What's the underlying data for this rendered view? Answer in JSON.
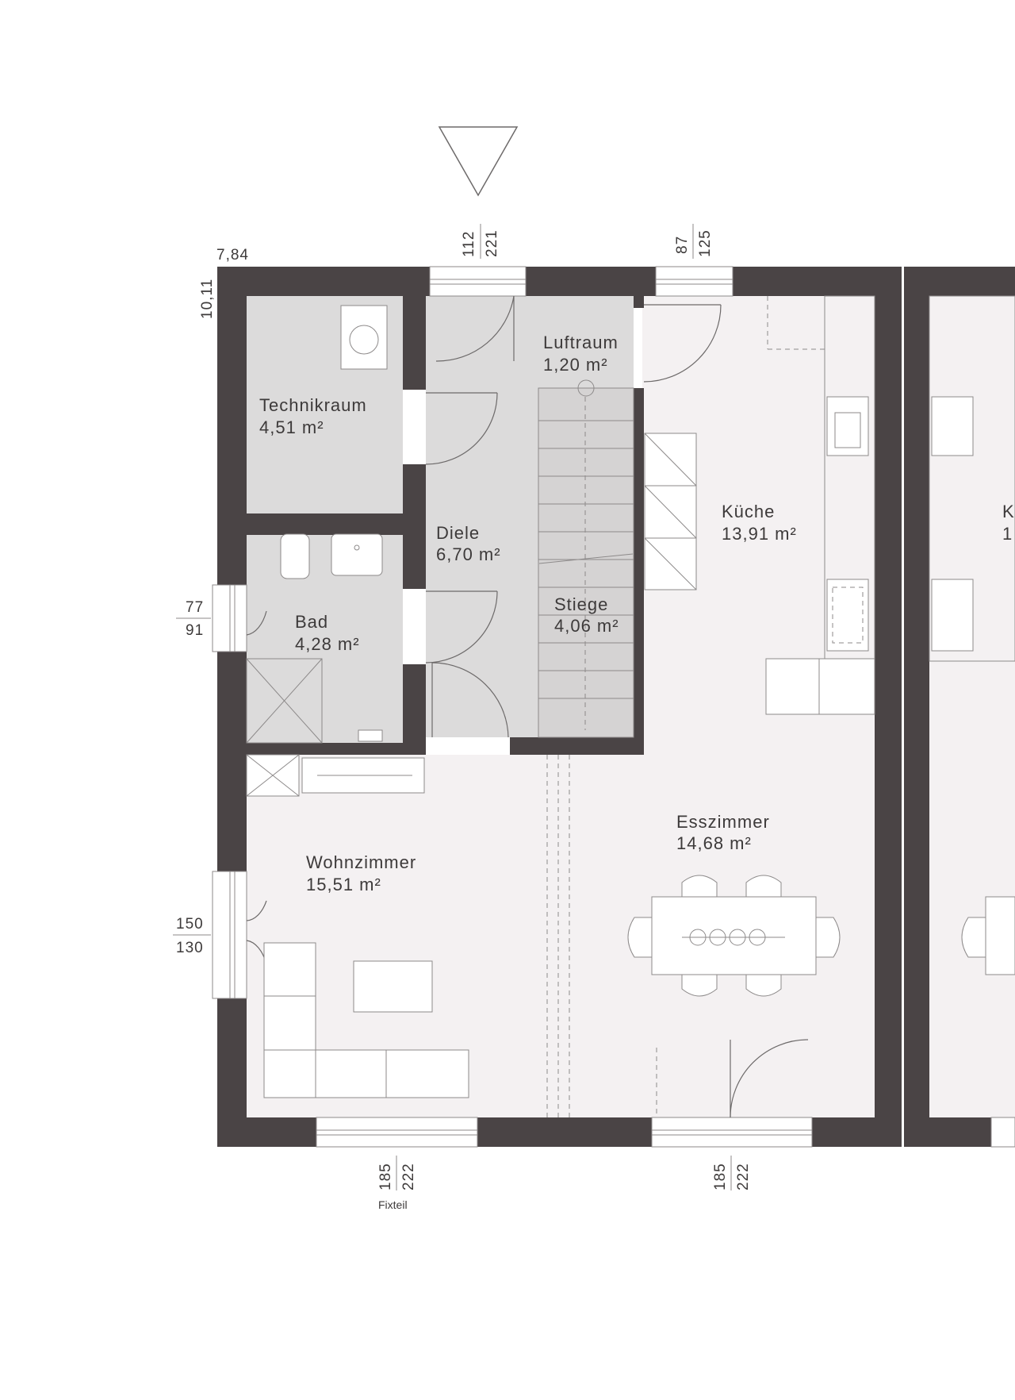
{
  "rooms": {
    "technikraum": {
      "name": "Technikraum",
      "area": "4,51 m²"
    },
    "luftraum": {
      "name": "Luftraum",
      "area": "1,20 m²"
    },
    "diele": {
      "name": "Diele",
      "area": "6,70 m²"
    },
    "kueche": {
      "name": "Küche",
      "area": "13,91 m²"
    },
    "bad": {
      "name": "Bad",
      "area": "4,28 m²"
    },
    "stiege": {
      "name": "Stiege",
      "area": "4,06 m²"
    },
    "esszimmer": {
      "name": "Esszimmer",
      "area": "14,68 m²"
    },
    "wohnzimmer": {
      "name": "Wohnzimmer",
      "area": "15,51 m²"
    },
    "neighbor_kueche": {
      "name": "K",
      "area": "1"
    }
  },
  "dimensions": {
    "width": "7,84",
    "depth": "10,11",
    "entrance_door": {
      "a": "112",
      "b": "221"
    },
    "kitchen_window": {
      "a": "87",
      "b": "125"
    },
    "bad_window": {
      "a": "77",
      "b": "91"
    },
    "living_window": {
      "a": "150",
      "b": "130"
    },
    "bottom_window_left": {
      "a": "185",
      "b": "222",
      "note": "Fixteil"
    },
    "bottom_window_right": {
      "a": "185",
      "b": "222"
    }
  },
  "colors": {
    "wall": "#4a4445",
    "floor_service": "#dcdbdb",
    "floor_living": "#f4f1f2"
  }
}
